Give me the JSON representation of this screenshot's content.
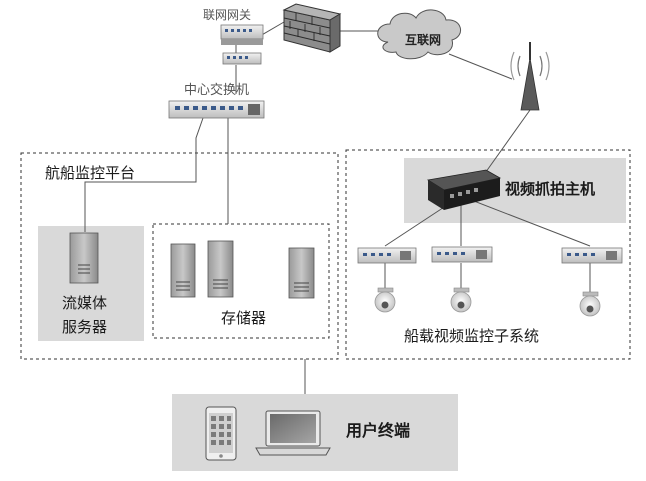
{
  "labels": {
    "gateway": "联网网关",
    "internet": "互联网",
    "core_switch": "中心交换机",
    "platform": "航船监控平台",
    "capture_host": "视频抓拍主机",
    "stream_server_line1": "流媒体",
    "stream_server_line2": "服务器",
    "storage": "存储器",
    "onboard_system": "船载视频监控子系统",
    "user_terminal": "用户终端"
  },
  "icons": {
    "gateway": "network-switch-icon",
    "firewall": "firewall-brick-icon",
    "internet": "cloud-icon",
    "antenna": "radio-antenna-icon",
    "core_switch": "network-switch-icon",
    "capture_host": "embedded-video-host-icon",
    "servers": "tower-server-icon",
    "cameras": "dome-camera-icon",
    "phone": "smartphone-icon",
    "laptop": "laptop-icon"
  },
  "colors": {
    "panel_gray": "#d9d9d9",
    "line": "#555555",
    "dashed_border": "#333333"
  }
}
